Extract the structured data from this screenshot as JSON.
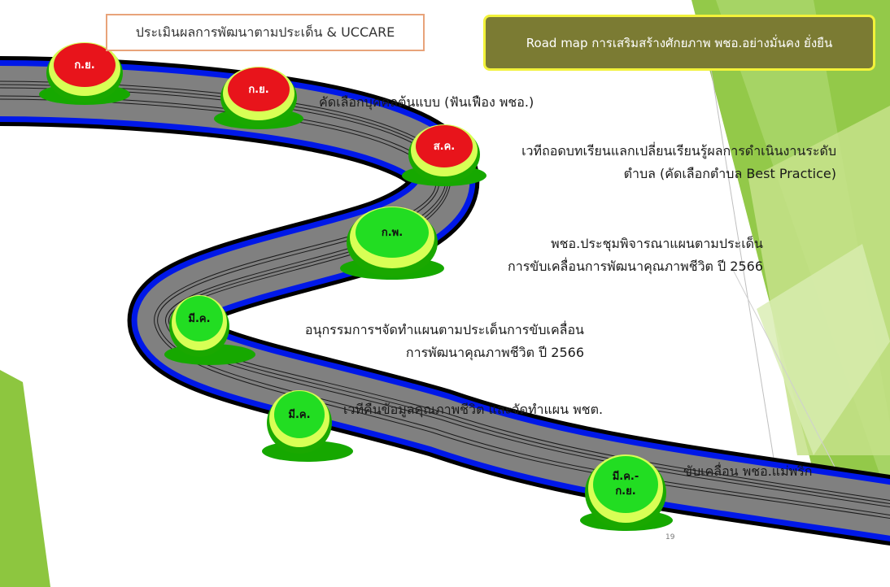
{
  "slide": {
    "assessment_box": "ประเมินผลการพัฒนาตามประเด็น & UCCARE",
    "roadmap_title": "Road map การเสริมสร้างศักยภาพ พชอ.อย่างมั่นคง ยั่งยืน",
    "page_number": "19"
  },
  "milestones": [
    {
      "label": "ก.ย.",
      "status": "red",
      "color": "#e8141b"
    },
    {
      "label": "ก.ย.",
      "status": "red",
      "color": "#e8141b"
    },
    {
      "label": "ส.ค.",
      "status": "red",
      "color": "#e8141b"
    },
    {
      "label": "ก.พ.",
      "status": "green",
      "color": "#22dd22"
    },
    {
      "label": "มี.ค.",
      "status": "green",
      "color": "#22dd22"
    },
    {
      "label": "มี.ค.",
      "status": "green",
      "color": "#22dd22"
    },
    {
      "label_line1": "มี.ค.-",
      "label_line2": "ก.ย.",
      "status": "green",
      "color": "#22dd22"
    }
  ],
  "captions": {
    "select_prototype": "คัดเลือกบุคคลต้นแบบ (ฟันเฟือง พชอ.)",
    "lesson_exchange_line1": "เวทีถอดบทเรียนแลกเปลี่ยนเรียนรู้ผลการดำเนินงานระดับ",
    "lesson_exchange_line2": "ตำบล (คัดเลือกตำบล Best Practice)",
    "committee_meeting_line1": "พชอ.ประชุมพิจารณาแผนตามประเด็น",
    "committee_meeting_line2": "การขับเคลื่อนการพัฒนาคุณภาพชีวิต ปี 2566",
    "subcommittee_plan_line1": "อนุกรรมการฯจัดทำแผนตามประเด็นการขับเคลื่อน",
    "subcommittee_plan_line2": "การพัฒนาคุณภาพชีวิต ปี 2566",
    "data_return": "เวทีคืนข้อมูลคุณภาพชีวิต และจัดทำแผน พชต.",
    "drive_forward": "ขับเคลื่อน พชอ.แม่พริก"
  },
  "colors": {
    "road": "#808080",
    "road_edge_blue": "#0018e8",
    "road_edge_black": "#000000",
    "lane_lines": "#1a1a1a",
    "decor_green": "#8dc63f",
    "decor_green_light": "#c5e28a",
    "milestone_red": "#e8141b",
    "milestone_green": "#22dd22",
    "milestone_rim": "#1aa800",
    "milestone_base": "#16a800",
    "title_bg": "#7b7b33",
    "title_border": "#f2f23a",
    "box_border": "#e8a37a"
  }
}
